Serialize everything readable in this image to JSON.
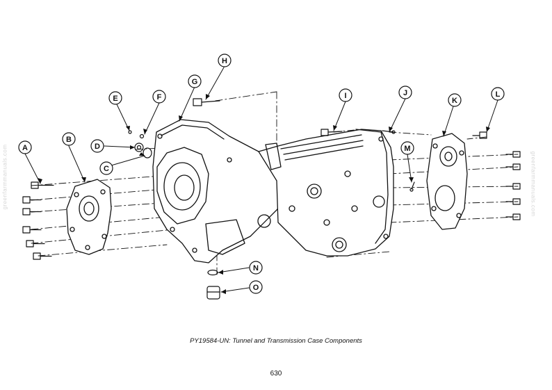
{
  "figure": {
    "caption": "PY19584-UN: Tunnel and Transmission Case Components",
    "page_number": "630",
    "watermark": "greenfarmmanuals.com"
  },
  "callouts": [
    {
      "id": "A",
      "label": "A"
    },
    {
      "id": "B",
      "label": "B"
    },
    {
      "id": "C",
      "label": "C"
    },
    {
      "id": "D",
      "label": "D"
    },
    {
      "id": "E",
      "label": "E"
    },
    {
      "id": "F",
      "label": "F"
    },
    {
      "id": "G",
      "label": "G"
    },
    {
      "id": "H",
      "label": "H"
    },
    {
      "id": "I",
      "label": "I"
    },
    {
      "id": "J",
      "label": "J"
    },
    {
      "id": "K",
      "label": "K"
    },
    {
      "id": "L",
      "label": "L"
    },
    {
      "id": "M",
      "label": "M"
    },
    {
      "id": "N",
      "label": "N"
    },
    {
      "id": "O",
      "label": "O"
    }
  ]
}
